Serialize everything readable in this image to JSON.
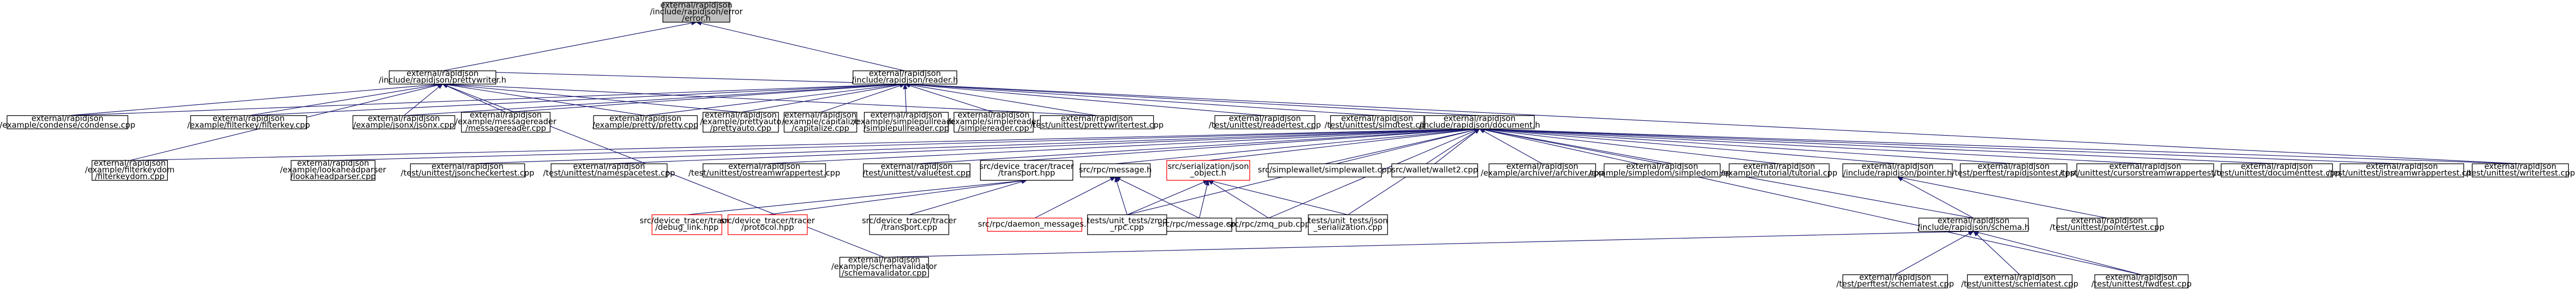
{
  "nodes": [
    {
      "id": "error",
      "lines": [
        "external/rapidjson",
        "/include/rapidjson/error",
        "/error.h"
      ],
      "style": "root"
    },
    {
      "id": "prettywriter",
      "lines": [
        "external/rapidjson",
        "/include/rapidjson/prettywriter.h"
      ],
      "style": "plain"
    },
    {
      "id": "reader",
      "lines": [
        "external/rapidjson",
        "/include/rapidjson/reader.h"
      ],
      "style": "plain"
    },
    {
      "id": "condense",
      "lines": [
        "external/rapidjson",
        "/example/condense/condense.cpp"
      ],
      "style": "plain"
    },
    {
      "id": "filterkey",
      "lines": [
        "external/rapidjson",
        "/example/filterkey/filterkey.cpp"
      ],
      "style": "plain"
    },
    {
      "id": "jsonx",
      "lines": [
        "external/rapidjson",
        "/example/jsonx/jsonx.cpp"
      ],
      "style": "plain"
    },
    {
      "id": "messagereader",
      "lines": [
        "external/rapidjson",
        "/example/messagereader",
        "/messagereader.cpp"
      ],
      "style": "plain"
    },
    {
      "id": "pretty",
      "lines": [
        "external/rapidjson",
        "/example/pretty/pretty.cpp"
      ],
      "style": "plain"
    },
    {
      "id": "prettyauto",
      "lines": [
        "external/rapidjson",
        "/example/prettyauto",
        "/prettyauto.cpp"
      ],
      "style": "plain"
    },
    {
      "id": "capitalize",
      "lines": [
        "external/rapidjson",
        "/example/capitalize",
        "/capitalize.cpp"
      ],
      "style": "plain"
    },
    {
      "id": "simplepullreader",
      "lines": [
        "external/rapidjson",
        "/example/simplepullreader",
        "/simplepullreader.cpp"
      ],
      "style": "plain"
    },
    {
      "id": "simplereader",
      "lines": [
        "external/rapidjson",
        "/example/simplereader",
        "/simplereader.cpp"
      ],
      "style": "plain"
    },
    {
      "id": "prettywritertest",
      "lines": [
        "external/rapidjson",
        "/test/unittest/prettywritertest.cpp"
      ],
      "style": "plain"
    },
    {
      "id": "readertest",
      "lines": [
        "external/rapidjson",
        "/test/unittest/readertest.cpp"
      ],
      "style": "plain"
    },
    {
      "id": "simdtest",
      "lines": [
        "external/rapidjson",
        "/test/unittest/simdtest.cpp"
      ],
      "style": "plain"
    },
    {
      "id": "document",
      "lines": [
        "external/rapidjson",
        "/include/rapidjson/document.h"
      ],
      "style": "plain"
    },
    {
      "id": "filterkeydom",
      "lines": [
        "external/rapidjson",
        "/example/filterkeydom",
        "/filterkeydom.cpp"
      ],
      "style": "plain"
    },
    {
      "id": "lookaheadparser",
      "lines": [
        "external/rapidjson",
        "/example/lookaheadparser",
        "/lookaheadparser.cpp"
      ],
      "style": "plain"
    },
    {
      "id": "jsoncheckertest",
      "lines": [
        "external/rapidjson",
        "/test/unittest/jsoncheckertest.cpp"
      ],
      "style": "plain"
    },
    {
      "id": "namespacetest",
      "lines": [
        "external/rapidjson",
        "/test/unittest/namespacetest.cpp"
      ],
      "style": "plain"
    },
    {
      "id": "ostreamwrappertest",
      "lines": [
        "external/rapidjson",
        "/test/unittest/ostreamwrappertest.cpp"
      ],
      "style": "plain"
    },
    {
      "id": "valuetest",
      "lines": [
        "external/rapidjson",
        "/test/unittest/valuetest.cpp"
      ],
      "style": "plain"
    },
    {
      "id": "transport_hpp",
      "lines": [
        "src/device_tracer/tracer",
        "/transport.hpp"
      ],
      "style": "plain"
    },
    {
      "id": "rpc_message_h",
      "lines": [
        "src/rpc/message.h"
      ],
      "style": "plain"
    },
    {
      "id": "json_object",
      "lines": [
        "src/serialization/json",
        "_object.h"
      ],
      "style": "red"
    },
    {
      "id": "simplewallet",
      "lines": [
        "src/simplewallet/simplewallet.cpp"
      ],
      "style": "plain"
    },
    {
      "id": "wallet2",
      "lines": [
        "src/wallet/wallet2.cpp"
      ],
      "style": "plain"
    },
    {
      "id": "archiver",
      "lines": [
        "external/rapidjson",
        "/example/archiver/archiver.cpp"
      ],
      "style": "plain"
    },
    {
      "id": "simpledom",
      "lines": [
        "external/rapidjson",
        "/example/simpledom/simpledom.cpp"
      ],
      "style": "plain"
    },
    {
      "id": "tutorial",
      "lines": [
        "external/rapidjson",
        "/example/tutorial/tutorial.cpp"
      ],
      "style": "plain"
    },
    {
      "id": "pointer_h",
      "lines": [
        "external/rapidjson",
        "/include/rapidjson/pointer.h"
      ],
      "style": "plain"
    },
    {
      "id": "perftest_rapidjson",
      "lines": [
        "external/rapidjson",
        "/test/perftest/rapidjsontest.cpp"
      ],
      "style": "plain"
    },
    {
      "id": "cursorstream",
      "lines": [
        "external/rapidjson",
        "/test/unittest/cursorstreamwrappertest.cpp"
      ],
      "style": "plain"
    },
    {
      "id": "documenttest",
      "lines": [
        "external/rapidjson",
        "/test/unittest/documenttest.cpp"
      ],
      "style": "plain"
    },
    {
      "id": "istreamwrapper",
      "lines": [
        "external/rapidjson",
        "/test/unittest/istreamwrappertest.cpp"
      ],
      "style": "plain"
    },
    {
      "id": "writertest",
      "lines": [
        "external/rapidjson",
        "/test/unittest/writertest.cpp"
      ],
      "style": "plain"
    },
    {
      "id": "debug_link",
      "lines": [
        "src/device_tracer/tracer",
        "/debug_link.hpp"
      ],
      "style": "red"
    },
    {
      "id": "protocol_hpp",
      "lines": [
        "src/device_tracer/tracer",
        "/protocol.hpp"
      ],
      "style": "red"
    },
    {
      "id": "transport_cpp",
      "lines": [
        "src/device_tracer/tracer",
        "/transport.cpp"
      ],
      "style": "plain"
    },
    {
      "id": "daemon_messages",
      "lines": [
        "src/rpc/daemon_messages.h"
      ],
      "style": "red"
    },
    {
      "id": "unit_zmq",
      "lines": [
        "tests/unit_tests/zmq",
        "_rpc.cpp"
      ],
      "style": "plain"
    },
    {
      "id": "rpc_message_cpp",
      "lines": [
        "src/rpc/message.cpp"
      ],
      "style": "plain"
    },
    {
      "id": "zmq_pub",
      "lines": [
        "src/rpc/zmq_pub.cpp"
      ],
      "style": "plain"
    },
    {
      "id": "unit_json",
      "lines": [
        "tests/unit_tests/json",
        "_serialization.cpp"
      ],
      "style": "plain"
    },
    {
      "id": "schema_h",
      "lines": [
        "external/rapidjson",
        "/include/rapidjson/schema.h"
      ],
      "style": "plain"
    },
    {
      "id": "pointertest",
      "lines": [
        "external/rapidjson",
        "/test/unittest/pointertest.cpp"
      ],
      "style": "plain"
    },
    {
      "id": "schemavalidator",
      "lines": [
        "external/rapidjson",
        "/example/schemavalidator",
        "/schemavalidator.cpp"
      ],
      "style": "plain"
    },
    {
      "id": "perf_schematest",
      "lines": [
        "external/rapidjson",
        "/test/perftest/schematest.cpp"
      ],
      "style": "plain"
    },
    {
      "id": "unit_schematest",
      "lines": [
        "external/rapidjson",
        "/test/unittest/schematest.cpp"
      ],
      "style": "plain"
    },
    {
      "id": "fwdtest",
      "lines": [
        "external/rapidjson",
        "/test/unittest/fwdtest.cpp"
      ],
      "style": "plain"
    }
  ],
  "edges": [
    [
      "error",
      "prettywriter"
    ],
    [
      "error",
      "reader"
    ],
    [
      "prettywriter",
      "condense"
    ],
    [
      "prettywriter",
      "filterkey"
    ],
    [
      "prettywriter",
      "filterkeydom"
    ],
    [
      "prettywriter",
      "jsonx"
    ],
    [
      "prettywriter",
      "messagereader"
    ],
    [
      "prettywriter",
      "pretty"
    ],
    [
      "prettywriter",
      "prettyauto"
    ],
    [
      "prettywriter",
      "prettywritertest"
    ],
    [
      "prettywriter",
      "schemavalidator"
    ],
    [
      "reader",
      "prettywriter"
    ],
    [
      "reader",
      "condense"
    ],
    [
      "reader",
      "filterkey"
    ],
    [
      "reader",
      "jsonx"
    ],
    [
      "reader",
      "messagereader"
    ],
    [
      "reader",
      "pretty"
    ],
    [
      "reader",
      "prettyauto"
    ],
    [
      "reader",
      "capitalize"
    ],
    [
      "reader",
      "simplepullreader"
    ],
    [
      "reader",
      "simplereader"
    ],
    [
      "reader",
      "prettywritertest"
    ],
    [
      "reader",
      "readertest"
    ],
    [
      "reader",
      "simdtest"
    ],
    [
      "reader",
      "document"
    ],
    [
      "reader",
      "writertest"
    ],
    [
      "document",
      "filterkeydom"
    ],
    [
      "document",
      "lookaheadparser"
    ],
    [
      "document",
      "jsoncheckertest"
    ],
    [
      "document",
      "namespacetest"
    ],
    [
      "document",
      "ostreamwrappertest"
    ],
    [
      "document",
      "valuetest"
    ],
    [
      "document",
      "transport_hpp"
    ],
    [
      "document",
      "rpc_message_h"
    ],
    [
      "document",
      "json_object"
    ],
    [
      "document",
      "simplewallet"
    ],
    [
      "document",
      "wallet2"
    ],
    [
      "document",
      "archiver"
    ],
    [
      "document",
      "simpledom"
    ],
    [
      "document",
      "tutorial"
    ],
    [
      "document",
      "pointer_h"
    ],
    [
      "document",
      "perftest_rapidjson"
    ],
    [
      "document",
      "cursorstream"
    ],
    [
      "document",
      "documenttest"
    ],
    [
      "document",
      "istreamwrapper"
    ],
    [
      "document",
      "writertest"
    ],
    [
      "document",
      "schema_h"
    ],
    [
      "document",
      "unit_zmq"
    ],
    [
      "document",
      "zmq_pub"
    ],
    [
      "document",
      "unit_json"
    ],
    [
      "document",
      "fwdtest"
    ],
    [
      "transport_hpp",
      "debug_link"
    ],
    [
      "transport_hpp",
      "protocol_hpp"
    ],
    [
      "transport_hpp",
      "transport_cpp"
    ],
    [
      "rpc_message_h",
      "daemon_messages"
    ],
    [
      "rpc_message_h",
      "unit_zmq"
    ],
    [
      "rpc_message_h",
      "rpc_message_cpp"
    ],
    [
      "json_object",
      "unit_zmq"
    ],
    [
      "json_object",
      "rpc_message_cpp"
    ],
    [
      "json_object",
      "zmq_pub"
    ],
    [
      "json_object",
      "unit_json"
    ],
    [
      "pointer_h",
      "schema_h"
    ],
    [
      "pointer_h",
      "pointertest"
    ],
    [
      "schema_h",
      "schemavalidator"
    ],
    [
      "schema_h",
      "perf_schematest"
    ],
    [
      "schema_h",
      "unit_schematest"
    ],
    [
      "schema_h",
      "fwdtest"
    ]
  ]
}
